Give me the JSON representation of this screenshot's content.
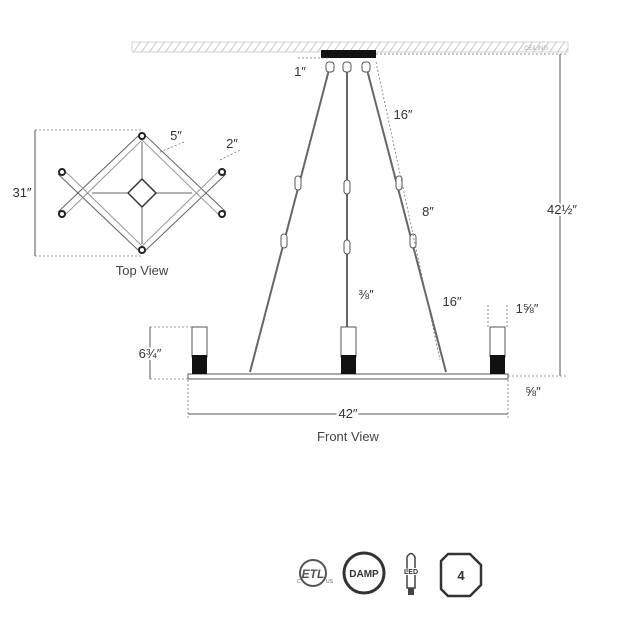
{
  "ceiling_label": "CEILING",
  "front_view": {
    "caption": "Front View",
    "dims": {
      "canopy_gap": "1″",
      "upper_chain": "16″",
      "mid_chain": "8″",
      "lower_chain": "16″",
      "overall_height": "42½″",
      "rod_diameter": "⅜″",
      "candle_width": "1⅝″",
      "candle_height": "6¾″",
      "bar_height": "⅝″",
      "width": "42″"
    }
  },
  "top_view": {
    "caption": "Top View",
    "dims": {
      "depth": "31″",
      "arm_a": "5″",
      "arm_b": "2″"
    }
  },
  "badges": [
    {
      "icon": "etl-listed-icon",
      "text": "ETL",
      "sub_left": "C",
      "sub_right": "US"
    },
    {
      "icon": "damp-rated-icon",
      "text": "DAMP"
    },
    {
      "icon": "led-bulb-icon",
      "text": "LED"
    },
    {
      "icon": "bulb-count-icon",
      "text": "4"
    }
  ],
  "colors": {
    "line": "#555555",
    "fixture_black": "#111111"
  }
}
